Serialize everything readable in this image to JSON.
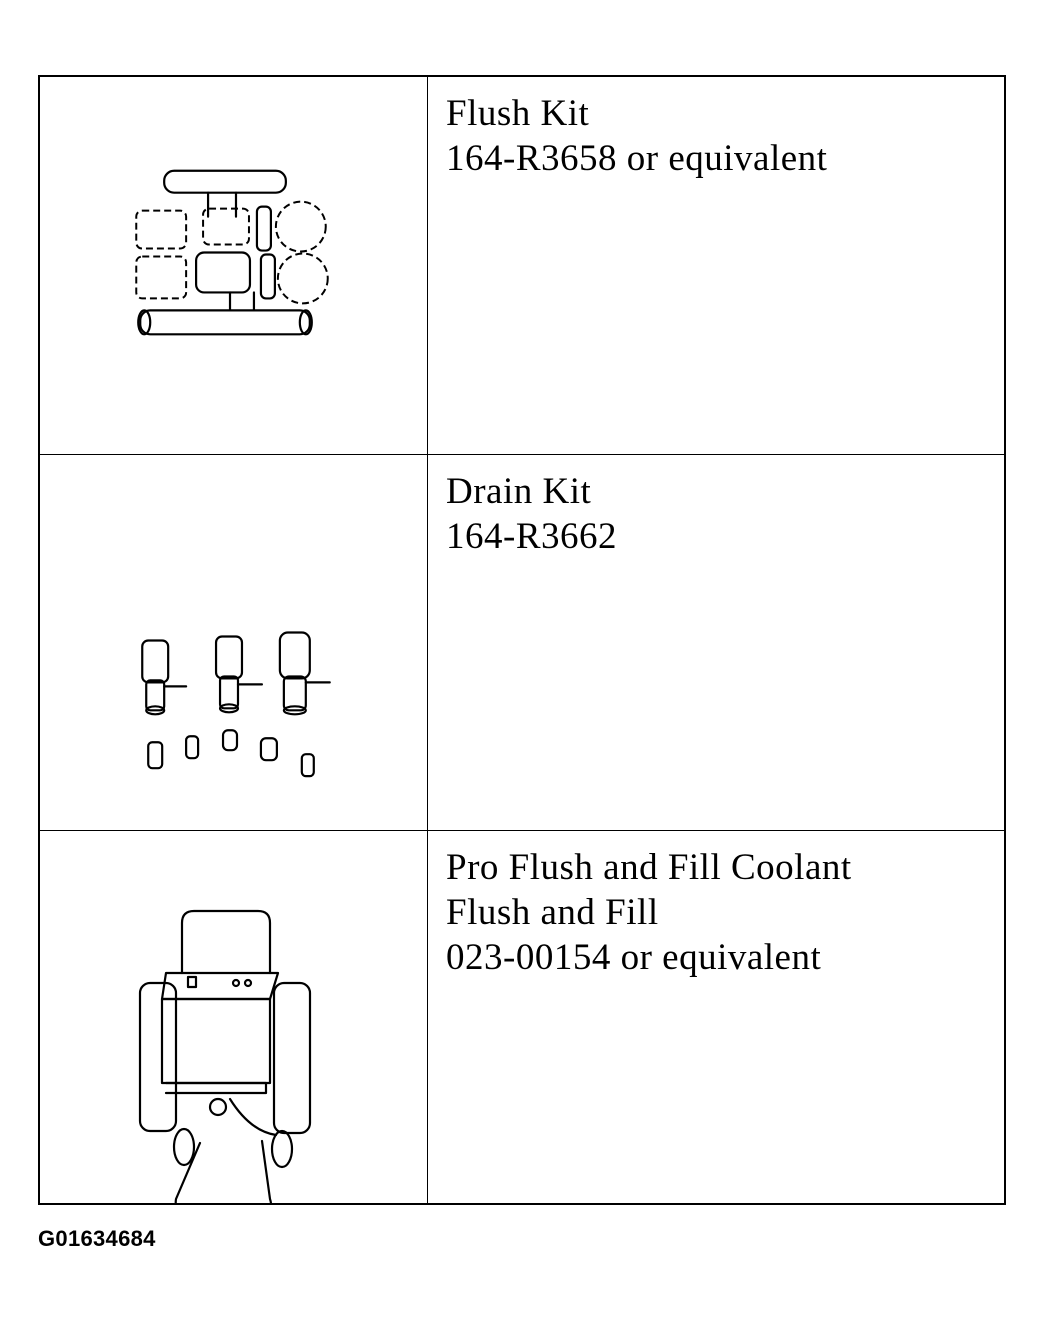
{
  "rows": [
    {
      "illustration_icon": "flush-kit-icon",
      "lines": [
        "Flush Kit",
        "164-R3658 or equivalent"
      ]
    },
    {
      "illustration_icon": "drain-kit-icon",
      "lines": [
        "Drain Kit",
        "164-R3662"
      ]
    },
    {
      "illustration_icon": "flush-fill-machine-icon",
      "lines": [
        "Pro Flush and Fill Coolant",
        "Flush and Fill",
        "023-00154 or equivalent"
      ]
    }
  ],
  "figure_id": "G01634684"
}
